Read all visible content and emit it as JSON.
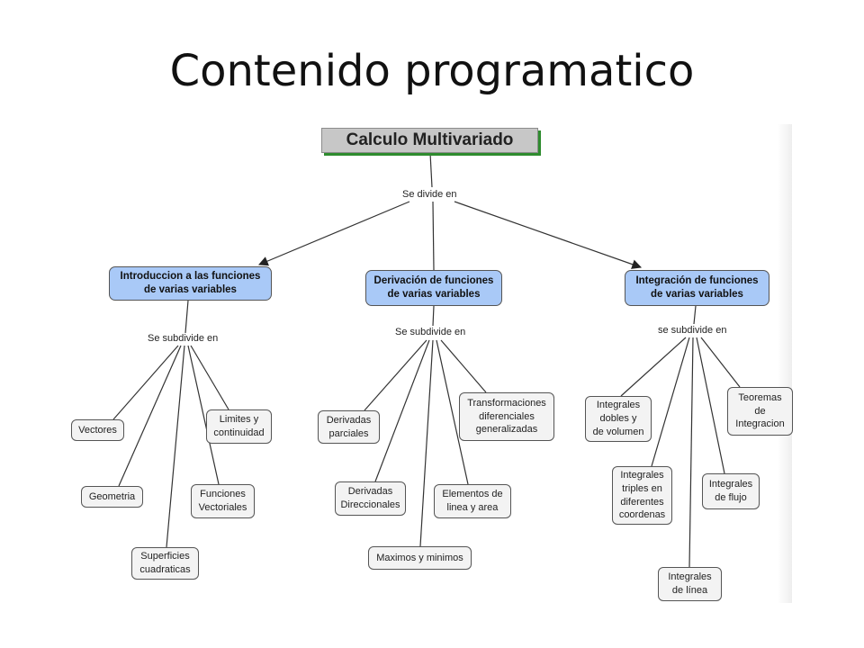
{
  "title": "Contenido programatico",
  "map": {
    "root": "Calculo Multivariado",
    "root_link": "Se divide en",
    "branches": [
      {
        "label": "Introduccion a las funciones\nde varias variables",
        "link": "Se subdivide en",
        "leaves": [
          "Vectores",
          "Geometria",
          "Superficies\ncuadraticas",
          "Funciones\nVectoriales",
          "Limites y\ncontinuidad"
        ]
      },
      {
        "label": "Derivación de funciones\nde varias variables",
        "link": "Se subdivide en",
        "leaves": [
          "Derivadas\nparciales",
          "Derivadas\nDireccionales",
          "Maximos y minimos",
          "Elementos de\nlinea y area",
          "Transformaciones\ndiferenciales\ngeneralizadas"
        ]
      },
      {
        "label": "Integración de funciones\nde varias variables",
        "link": "se subdivide en",
        "leaves": [
          "Integrales\ndobles y\nde volumen",
          "Integrales\ntriples en\ndiferentes\ncoordenas",
          "Integrales\nde línea",
          "Integrales\nde flujo",
          "Teoremas\nde\nIntegracion"
        ]
      }
    ]
  },
  "colors": {
    "branch_fill": "#a9c9f7",
    "leaf_fill": "#f3f3f3",
    "root_fill": "#c7c7c7",
    "root_shadow": "#2e8b2e",
    "line": "#333333"
  }
}
